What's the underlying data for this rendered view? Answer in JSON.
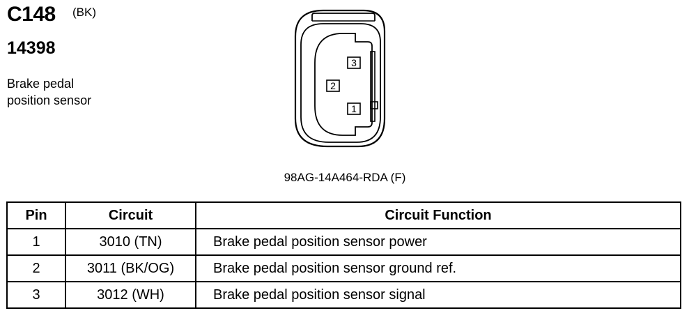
{
  "header": {
    "connector_id": "C148",
    "color_code": "(BK)",
    "part_number": "14398",
    "description_line1": "Brake pedal",
    "description_line2": "position sensor"
  },
  "connector": {
    "pin_labels": [
      "3",
      "2",
      "1"
    ],
    "code": "98AG-14A464-RDA (F)"
  },
  "table": {
    "headers": {
      "pin": "Pin",
      "circuit": "Circuit",
      "function": "Circuit Function"
    },
    "rows": [
      {
        "pin": "1",
        "circuit": "3010 (TN)",
        "function": "Brake pedal position sensor power"
      },
      {
        "pin": "2",
        "circuit": "3011 (BK/OG)",
        "function": "Brake pedal position sensor ground ref."
      },
      {
        "pin": "3",
        "circuit": "3012 (WH)",
        "function": "Brake pedal position sensor signal"
      }
    ]
  }
}
